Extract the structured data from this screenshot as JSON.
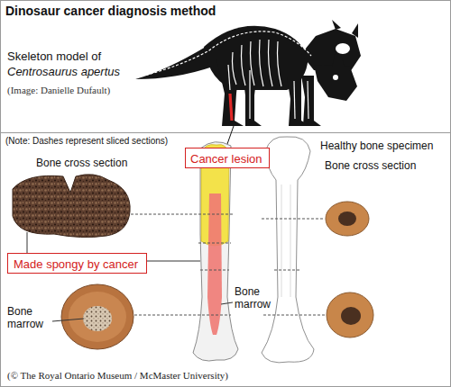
{
  "diagram": {
    "title": "Dinosaur cancer diagnosis method",
    "caption": "(© The Royal Ontario Museum / McMaster University)",
    "nodes": [
      {
        "text": [
          "Cancer lesion"
        ]
      },
      {
        "text": [
          "Made spongy by cancer"
        ]
      }
    ],
    "labels": [
      "Skeleton model of",
      "Centrosaurus apertus",
      "(Image: Danielle Dufault)",
      "(Note: Dashes represent sliced sections)",
      "Bone cross section",
      "Bone marrow",
      "Bone marrow",
      "Healthy bone specimen",
      "Bone cross section"
    ]
  }
}
